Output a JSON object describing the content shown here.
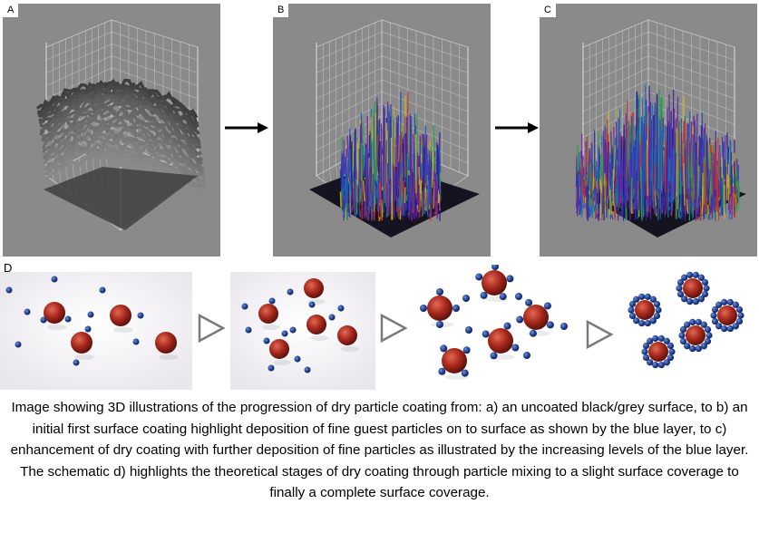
{
  "panels": [
    {
      "id": "A",
      "label": "A",
      "style": "grey-surface"
    },
    {
      "id": "B",
      "label": "B",
      "style": "sparse-coating"
    },
    {
      "id": "C",
      "label": "C",
      "style": "dense-coating"
    }
  ],
  "schematic_label": "D",
  "schematic_stages": [
    "mixing",
    "slight-coverage",
    "partial-coverage",
    "complete-coverage"
  ],
  "colors": {
    "panel_bg": "#8a8a8a",
    "host_particle": "#a8281c",
    "guest_particle": "#1f3f8f",
    "grey_surface": "#4a4a4a"
  },
  "caption": "Image showing 3D illustrations of the progression of dry particle coating from: a) an uncoated black/grey surface, to b) an initial first surface coating highlight deposition of fine guest particles on to surface as shown by the blue layer, to c) enhancement of dry coating with further deposition of fine particles as illustrated by the increasing levels of the blue layer. The schematic d) highlights the theoretical stages of dry coating through particle mixing to a slight surface coverage to finally a complete surface coverage."
}
